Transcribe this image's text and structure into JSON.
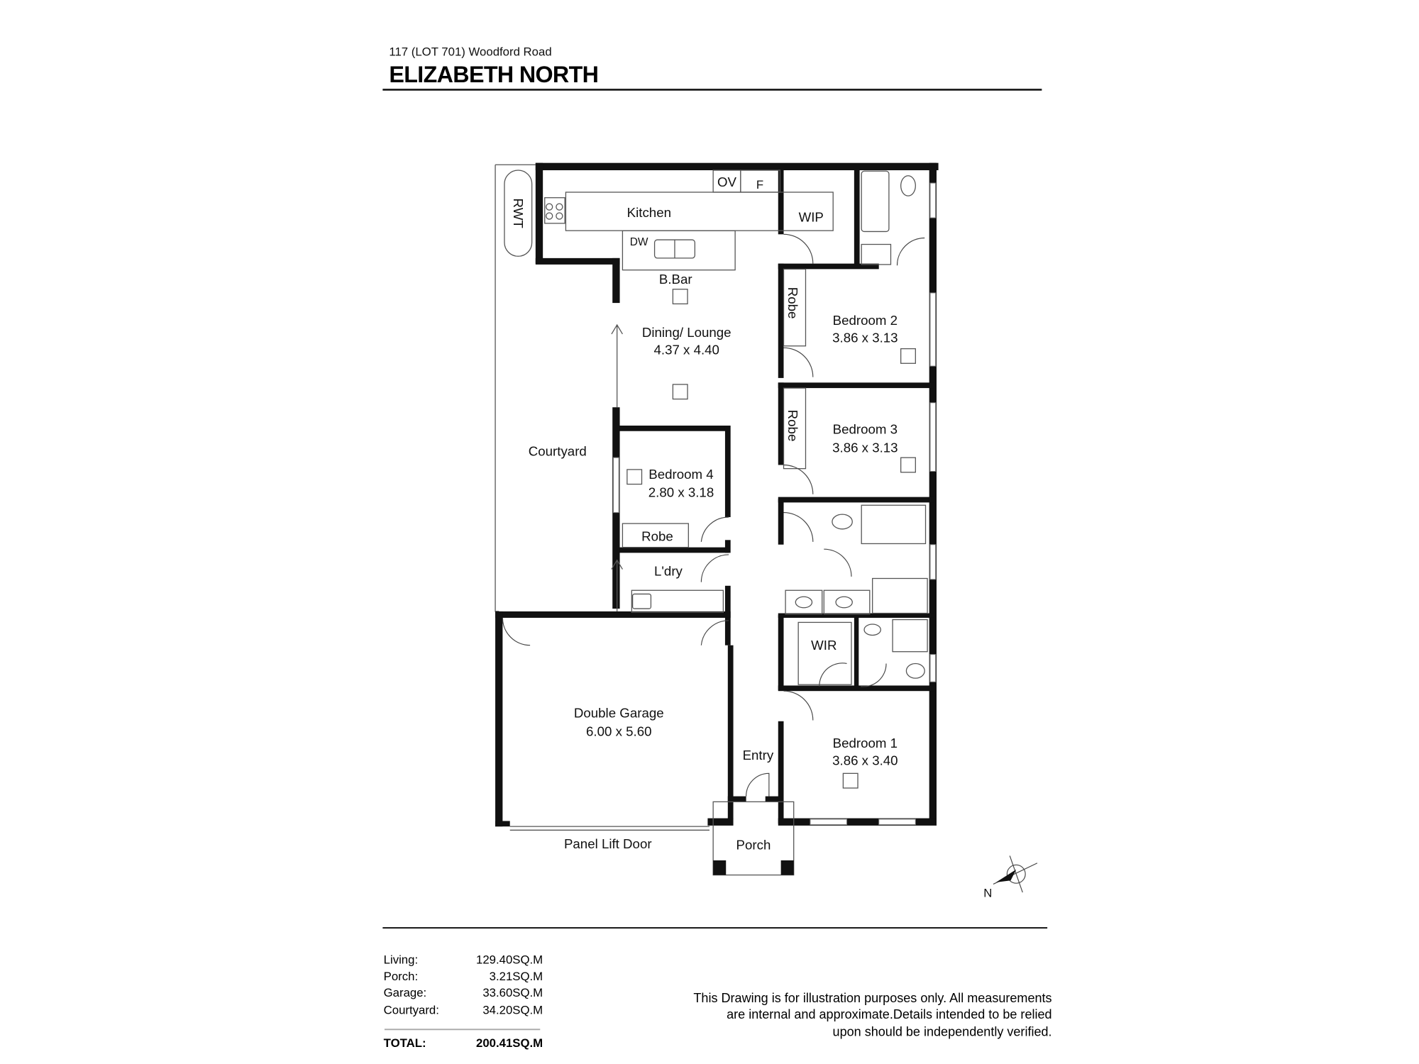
{
  "header": {
    "address": "117 (LOT 701) Woodford Road",
    "suburb": "ELIZABETH NORTH"
  },
  "rooms": {
    "rwt": "RWT",
    "kitchen": "Kitchen",
    "ov": "OV",
    "f": "F",
    "dw": "DW",
    "bbar": "B.Bar",
    "wip": "WIP",
    "dining": {
      "name": "Dining/ Lounge",
      "size": "4.37 x 4.40"
    },
    "bed2": {
      "name": "Bedroom 2",
      "size": "3.86 x 3.13"
    },
    "bed3": {
      "name": "Bedroom 3",
      "size": "3.86 x 3.13"
    },
    "bed4": {
      "name": "Bedroom 4",
      "size": "2.80 x 3.18"
    },
    "bed1": {
      "name": "Bedroom 1",
      "size": "3.86 x 3.40"
    },
    "robe": "Robe",
    "courtyard": "Courtyard",
    "laundry": "L'dry",
    "wir": "WIR",
    "garage": {
      "name": "Double Garage",
      "size": "6.00 x 5.60"
    },
    "entry": "Entry",
    "porch": "Porch",
    "panel_door": "Panel Lift Door"
  },
  "compass": {
    "label": "N"
  },
  "areas": [
    {
      "label": "Living:",
      "value": "129.40SQ.M"
    },
    {
      "label": "Porch:",
      "value": "3.21SQ.M"
    },
    {
      "label": "Garage:",
      "value": "33.60SQ.M"
    },
    {
      "label": "Courtyard:",
      "value": "34.20SQ.M"
    }
  ],
  "total": {
    "label": "TOTAL:",
    "value": "200.41SQ.M"
  },
  "disclaimer": [
    "This Drawing is for illustration purposes only. All measurements",
    "are internal and approximate.Details intended to be relied",
    "upon should be independently verified."
  ]
}
